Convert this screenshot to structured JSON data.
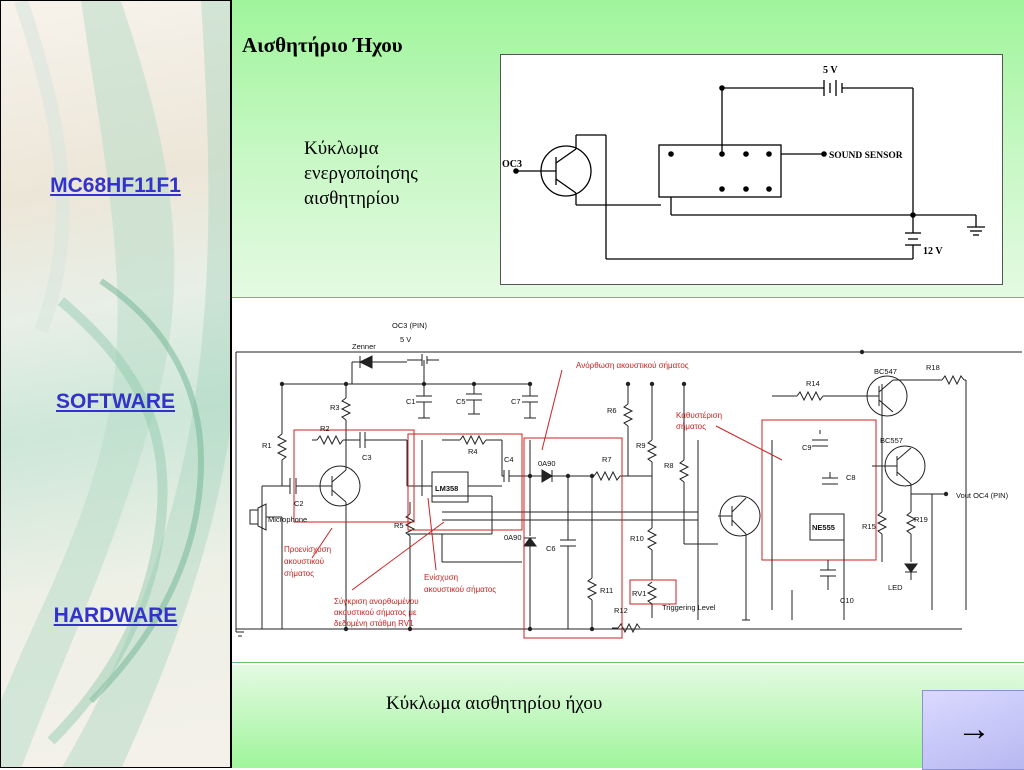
{
  "sidebar": {
    "links": [
      {
        "label": "MC68HF11F1"
      },
      {
        "label": "SOFTWARE"
      },
      {
        "label": "HARDWARE"
      }
    ]
  },
  "slide": {
    "title": "Αισθητήριο Ήχου",
    "caption_top": "Κύκλωμα ενεργοποίησης αισθητηρίου",
    "caption_bottom": "Κύκλωμα αισθητηρίου ήχου",
    "next_icon": "right-arrow-icon",
    "next_glyph": "→"
  },
  "activation_circuit": {
    "supply_top": "5 V",
    "input": "OC3",
    "sensor": "SOUND SENSOR",
    "supply_bottom": "12 V"
  },
  "sensor_circuit": {
    "oc3_label": "OC3 (PIN)",
    "supply": "5 V",
    "zenner": "Zenner",
    "microphone": "Microphone",
    "output": "Vout OC4 (PIN)",
    "led": "LED",
    "triggering_level": "Triggering Level",
    "components": {
      "r1": "R1",
      "r2": "R2",
      "r3": "R3",
      "r4": "R4",
      "r5": "R5",
      "r6": "R6",
      "r7": "R7",
      "r8": "R8",
      "r9": "R9",
      "r10": "R10",
      "r11": "R11",
      "r12": "R12",
      "r14": "R14",
      "r15": "R15",
      "r18": "R18",
      "r19": "R19",
      "rv1": "RV1",
      "c1": "C1",
      "c2": "C2",
      "c3": "C3",
      "c4": "C4",
      "c5": "C5",
      "c6": "C6",
      "c7": "C7",
      "c8": "C8",
      "c9": "C9",
      "c10": "C10",
      "lm358": "LM358",
      "ne555": "NE555",
      "bc547": "BC547",
      "bc557": "BC557",
      "oa90_a": "0A90",
      "oa90_b": "0A90"
    },
    "annotations": {
      "rectification": "Ανόρθωση ακουστικού σήματος",
      "delay": [
        "Καθυστέριση",
        "σήματος"
      ],
      "preamp": [
        "Προενίσχυση",
        "ακουστικού",
        "σήματος"
      ],
      "amplify": [
        "Ενίσχυση",
        "ακουστικού σήματος"
      ],
      "compare": [
        "Σύγκριση ανορθωμένου",
        "ακουστικού σήματος με",
        "δεδομένη στάθμη RV1"
      ]
    }
  },
  "colors": {
    "link": "#3333cc",
    "panel_green": "#9ff59b",
    "annotation_red": "#cc2222",
    "next_button": "#c4c4f7"
  }
}
